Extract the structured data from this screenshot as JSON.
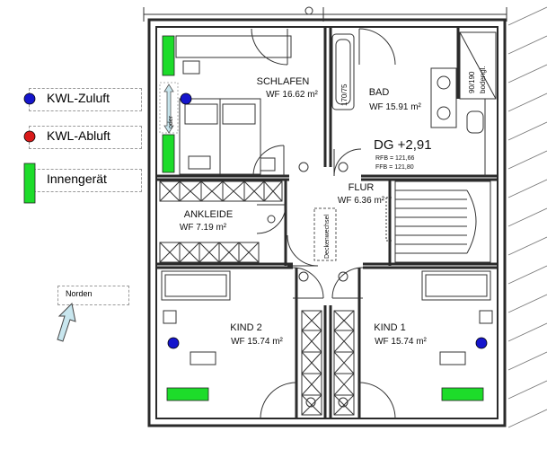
{
  "legend": {
    "zuluft": "KWL-Zuluft",
    "abluft": "KWL-Abluft",
    "geraet": "Innengerät"
  },
  "colors": {
    "zuluft": "#1515cc",
    "abluft": "#d91a1a",
    "geraet": "#1ddc2a",
    "wall": "#2a2a2a",
    "arrow_fill": "#c8e6ee"
  },
  "compass": {
    "label": "Norden"
  },
  "rooms": {
    "schlafen": {
      "name": "SCHLAFEN",
      "area": "WF 16.62 m²"
    },
    "bad": {
      "name": "BAD",
      "area": "WF 15.91 m²"
    },
    "flur": {
      "name": "FLUR",
      "area": "WF 6.36 m²"
    },
    "ankleide": {
      "name": "ANKLEIDE",
      "area": "WF 7.19 m²"
    },
    "kind2": {
      "name": "KIND 2",
      "area": "WF 15.74 m²"
    },
    "kind1": {
      "name": "KIND 1",
      "area": "WF 15.74 m²"
    }
  },
  "level": {
    "title": "DG +2,91",
    "rfb": "RFB = 121,66",
    "ffb": "FFB = 121,80"
  },
  "labels": {
    "oder": "oder",
    "bathtub": "170/75",
    "shower_size": "90/190",
    "shower_type": "bodengl.",
    "deckenwechsel": "Deckenwechsel"
  }
}
